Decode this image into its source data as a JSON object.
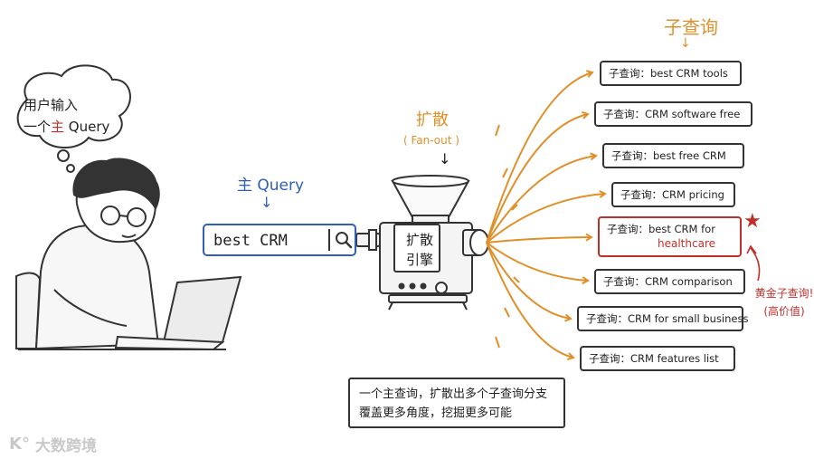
{
  "bubble": {
    "line1": "用户输入",
    "line2_prefix": "一个",
    "line2_highlight": "主",
    "line2_suffix": " Query"
  },
  "main_query": {
    "label": "主 Query",
    "arrow": "↓"
  },
  "search": {
    "value": "best CRM"
  },
  "fanout": {
    "label": "扩散",
    "sub": "( Fan-out )",
    "arrow": "↓"
  },
  "engine": {
    "line1": "扩散",
    "line2": "引擎"
  },
  "subqueries": {
    "title": "子查询",
    "arrow": "↓",
    "items": [
      {
        "prefix": "子查询：",
        "text": "best CRM tools"
      },
      {
        "prefix": "子查询：",
        "text": "CRM software free"
      },
      {
        "prefix": "子查询：",
        "text": "best free CRM"
      },
      {
        "prefix": "子查询：",
        "text": "CRM pricing"
      },
      {
        "prefix": "子查询：",
        "text": "best CRM for",
        "highlight": "healthcare"
      },
      {
        "prefix": "子查询：",
        "text": "CRM comparison"
      },
      {
        "prefix": "子查询：",
        "text": "CRM for small business"
      },
      {
        "prefix": "子查询：",
        "text": "CRM features list"
      }
    ]
  },
  "gold_note": {
    "star": "★",
    "line1": "黄金子查询!",
    "line2": "(高价值)"
  },
  "summary": {
    "line1": "一个主查询，扩散出多个子查询分支",
    "line2": "覆盖更多角度，挖掘更多可能"
  },
  "logo": {
    "text": "大数跨境"
  },
  "colors": {
    "orange": "#e0902a",
    "blue": "#2f5fb8",
    "red": "#c0302a"
  }
}
